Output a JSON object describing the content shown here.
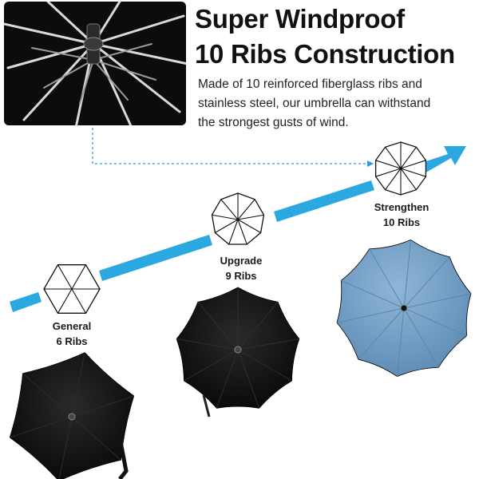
{
  "heading": {
    "line1": "Super Windproof",
    "line2": "10 Ribs Construction"
  },
  "description": {
    "line1": "Made of 10 reinforced fiberglass ribs and",
    "line2": "stainless steel, our umbrella can withstand",
    "line3": "the strongest gusts of wind."
  },
  "tiers": [
    {
      "name": "General",
      "ribs_label": "6 Ribs",
      "ribs": 6,
      "canopy_color": "#111111"
    },
    {
      "name": "Upgrade",
      "ribs_label": "9 Ribs",
      "ribs": 9,
      "canopy_color": "#0d0d0d"
    },
    {
      "name": "Strengthen",
      "ribs_label": "10 Ribs",
      "ribs": 10,
      "canopy_color": "#6f9bc2"
    }
  ],
  "colors": {
    "arrow": "#2aa8df",
    "connector": "#2a9fd6",
    "text": "#111111",
    "photo_background": "#0c0c0c"
  },
  "icons": [
    "umbrella-ribs-closeup-photo",
    "hexagon-rib-diagram-icon",
    "nonagon-rib-diagram-icon",
    "decagon-rib-diagram-icon",
    "progress-arrow-icon"
  ]
}
